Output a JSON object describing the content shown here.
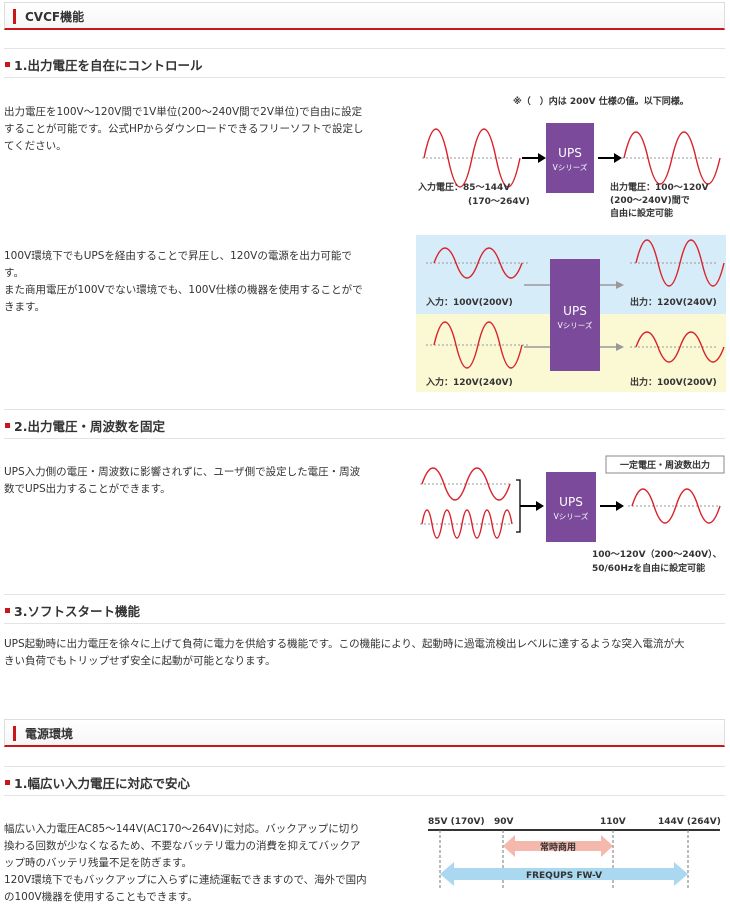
{
  "cvcf": {
    "header": "CVCF機能",
    "s1": {
      "title": "1.出力電圧を自在にコントロール",
      "p1": [
        "出力電圧を100V～120V間で1V単位(200～240V間で2V単位)で自由に設定",
        "することが可能です。公式HPからダウンロードできるフリーソフトで設定し",
        "てください。"
      ],
      "p2": [
        "100V環境下でもUPSを経由することで昇圧し、120Vの電源を出力可能で",
        "す。",
        "また商用電圧が100Vでない環境でも、100V仕様の機器を使用することがで",
        "きます。"
      ],
      "fig1": {
        "note": "※（　）内は 200V 仕様の値。以下同様。",
        "ups": "UPS",
        "series": "Vシリーズ",
        "in1": "入力電圧：85～144V",
        "in2": "(170～264V)",
        "out1": "出力電圧：100～120V",
        "out2": "(200～240V)間で",
        "out3": "自由に設定可能"
      },
      "fig2": {
        "ups": "UPS",
        "series": "Vシリーズ",
        "in_a": "入力：100V(200V)",
        "out_a": "出力：120V(240V)",
        "in_b": "入力：120V(240V)",
        "out_b": "出力：100V(200V)"
      }
    },
    "s2": {
      "title": "2.出力電圧・周波数を固定",
      "p": [
        "UPS入力側の電圧・周波数に影響されずに、ユーザ側で設定した電圧・周波",
        "数でUPS出力することができます。"
      ],
      "fig": {
        "box": "一定電圧・周波数出力",
        "ups": "UPS",
        "series": "Vシリーズ",
        "c1": "100～120V（200～240V）、",
        "c2": "50/60Hzを自由に設定可能"
      }
    },
    "s3": {
      "title": "3.ソフトスタート機能",
      "p": [
        "UPS起動時に出力電圧を徐々に上げて負荷に電力を供給する機能です。この機能により、起動時に過電流検出レベルに達するような突入電流が大",
        "きい負荷でもトリップせず安全に起動が可能となります。"
      ]
    }
  },
  "power": {
    "header": "電源環境",
    "s1": {
      "title": "1.幅広い入力電圧に対応で安心",
      "p": [
        "幅広い入力電圧AC85～144V(AC170～264V)に対応。バックアップに切り",
        "換わる回数が少なくなるため、不要なバッテリ電力の消費を抑えてバックア",
        "ップ時のバッテリ残量不足を防ぎます。",
        "120V環境下でもバックアップに入らずに連続運転できますので、海外で国内",
        "の100V機器を使用することもできます。"
      ],
      "fig": {
        "t1": "85V (170V)",
        "t2": "90V",
        "t3": "110V",
        "t4": "144V (264V)",
        "normal": "常時商用",
        "product": "FREQUPS FW-V"
      }
    }
  },
  "colors": {
    "accent": "#c8161d",
    "ups": "#7b4a9a",
    "wave": "#d9222a",
    "blue_panel": "#d6ecf8",
    "yellow_panel": "#fbf8d4",
    "normal_arrow": "#f5b8ad",
    "product_arrow": "#a9d8f0"
  }
}
